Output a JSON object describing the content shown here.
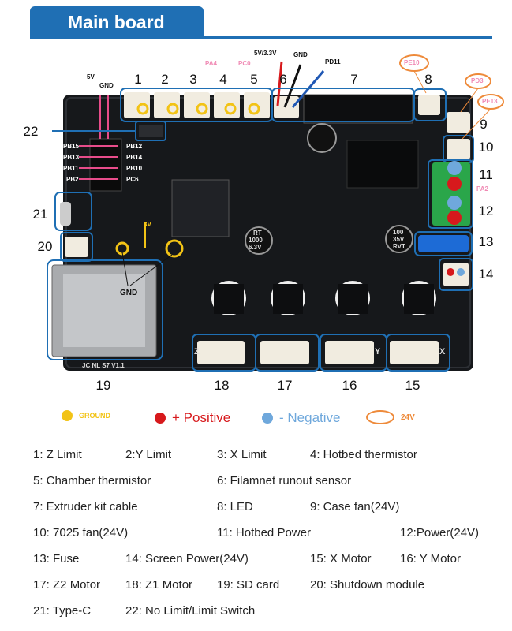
{
  "header": {
    "title": "Main board"
  },
  "board": {
    "port_numbers": [
      "1",
      "2",
      "3",
      "4",
      "5",
      "6",
      "7",
      "8",
      "9",
      "10",
      "11",
      "12",
      "13",
      "14",
      "15",
      "16",
      "17",
      "18",
      "19",
      "20",
      "21",
      "22"
    ],
    "signal_labels": {
      "pa4": "PA4",
      "pc0": "PC0",
      "v5_33": "5V/3.3V",
      "gnd_top": "GND",
      "pd11": "PD11",
      "pe10": "PE10",
      "pd3": "PD3",
      "pe13": "PE13",
      "pa2": "PA2"
    },
    "header_labels": {
      "v5": "5V",
      "gnd": "GND",
      "pb15": "PB15",
      "pb13": "PB13",
      "pb11": "PB11",
      "pb2": "PB2",
      "pb12": "PB12",
      "pb14": "PB14",
      "pb10": "PB10",
      "pc6": "PC6",
      "v3": "3V",
      "gnd_sd": "GND"
    },
    "silkscreen": {
      "chip_rt": "RT",
      "chip_1000": "1000",
      "chip_63v": "6.3V",
      "cap_100": "100",
      "cap_35v": "35V",
      "cap_rvt": "RVT",
      "axis_z": "Z",
      "axis_y": "Y",
      "axis_x": "X",
      "bottom": "JC  NL  S7  V1.1"
    }
  },
  "legend": {
    "ground": "GROUND",
    "positive": "+ Positive",
    "negative": "- Negative",
    "v24": "24V",
    "colors": {
      "ground": "#f2c316",
      "positive": "#d7191c",
      "negative": "#6fa8dc",
      "v24": "#ee8a3a",
      "header": "#1f6fb4"
    }
  },
  "descriptions": [
    "1: Z Limit",
    "2:Y Limit",
    "3: X Limit",
    "4: Hotbed thermistor",
    "5: Chamber thermistor",
    "6: Filamnet runout sensor",
    "7: Extruder kit cable",
    "8: LED",
    "9: Case fan(24V)",
    "10: 7025 fan(24V)",
    "11: Hotbed Power",
    "12:Power(24V)",
    "13: Fuse",
    "14: Screen Power(24V)",
    "15: X Motor",
    "16: Y Motor",
    "17: Z2 Motor",
    "18: Z1 Motor",
    "19: SD card",
    "20: Shutdown module",
    "21: Type-C",
    "22: No Limit/Limit Switch"
  ]
}
